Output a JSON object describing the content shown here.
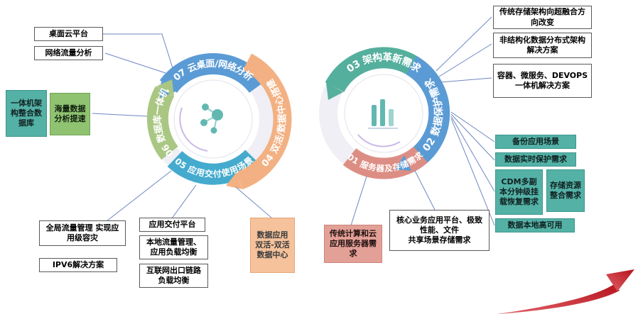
{
  "left_wheel": {
    "center_icon": "share-network-icon",
    "segments": [
      {
        "label": "07 云桌面/网络分析",
        "color": "#5B9BD5"
      },
      {
        "label": "06 数据库一体机",
        "color": "#A9C783"
      },
      {
        "label": "05 应用交付使用场景",
        "color": "#45ABCE"
      },
      {
        "label": "04 双活/数据中心搭建",
        "color": "#F3B183"
      }
    ]
  },
  "right_wheel": {
    "center_icon": "bar-chart-icon",
    "segments": [
      {
        "label": "03 架构革新需求",
        "color": "#55AF9D"
      },
      {
        "label": "02 数据保护需求",
        "color": "#5B9BD5"
      },
      {
        "label": "01 服务器及存储需求",
        "color": "#DD8E84"
      }
    ]
  },
  "boxes": {
    "desktop_cloud": "桌面云平台",
    "network_traffic": "网络流量分析",
    "aio_database": "一体机架构整合数据库",
    "mass_data_speed": "海量数据分析提速",
    "global_traffic": "全局流量管理 实现应用级容灾",
    "ipv6": "IPV6解决方案",
    "app_delivery": "应用交付平台",
    "local_traffic": "本地流量管理、应用负载均衡",
    "internet_link": "互联网出口链路负载均衡",
    "dual_active": "数据应用双活-双活数据中心",
    "traditional_compute": "传统计算和云应用服务器需求",
    "core_business": "核心业务应用平台、极致性能、文件\n共享场景存储需求",
    "hyperconverged": "传统存储架构向超融合方向改变",
    "unstructured": "非结构化数据分布式架构解决方案",
    "container_devops": "容器、微服务、DEVOPS一体机解决方案",
    "backup_scenario": "备份应用场景",
    "realtime_protection": "数据实时保护需求",
    "cdm_recovery": "CDM多副本分钟级挂载恢复需求",
    "storage_consolidation": "存储资源整合需求",
    "local_ha": "数据本地高可用"
  },
  "colors": {
    "teal_box": "#54B1A6",
    "green_box": "#8FC271",
    "orange_box": "#F5C29C",
    "salmon_box": "#E3A096",
    "connector_line": "#6F86C2",
    "red_arrow": "#C9353C"
  }
}
